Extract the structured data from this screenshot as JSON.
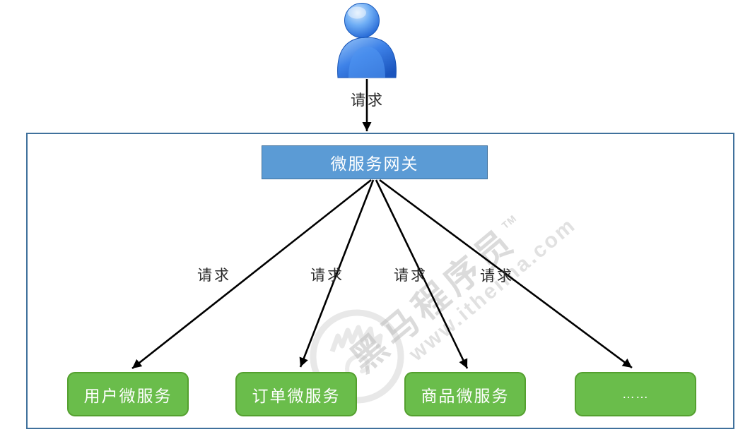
{
  "labels": {
    "top_request": "请求",
    "edge_requests": [
      "请求",
      "请求",
      "请求",
      "请求"
    ]
  },
  "gateway": {
    "label": "微服务网关"
  },
  "services": [
    {
      "label": "用户微服务"
    },
    {
      "label": "订单微服务"
    },
    {
      "label": "商品微服务"
    },
    {
      "label": "……"
    }
  ],
  "watermark": {
    "brand": "黑马程序员",
    "tm": "TM",
    "url": "www.itheima.com"
  },
  "colors": {
    "gateway_fill": "#5B9BD5",
    "gateway_border": "#41719C",
    "service_fill": "#6ABD4B",
    "service_border": "#54A02F",
    "boundary_border": "#40719C",
    "arrow": "#000000",
    "node_text": "#FFFFFF",
    "label_text": "#2B2B2B",
    "person_blue": "#2F7BE0"
  }
}
